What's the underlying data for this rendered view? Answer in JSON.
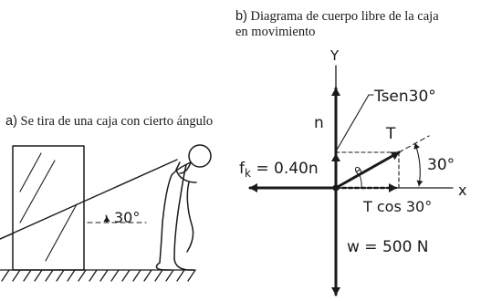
{
  "caption_a": {
    "letter": "a)",
    "text": "Se tira de una caja con cierto ángulo"
  },
  "caption_b": {
    "letter": "b)",
    "line1": "Diagrama de cuerpo libre de la caja",
    "line2": "en movimiento"
  },
  "figure_a": {
    "angle_label": "30°"
  },
  "figure_b": {
    "axis_y": "Y",
    "axis_x": "x",
    "normal": "n",
    "tension": "T",
    "tension_vertical": "Tsen30°",
    "tension_horizontal": "T cos 30°",
    "angle": "30°",
    "theta_symbol": "θ",
    "friction": "f",
    "friction_sub": "k",
    "friction_value": " = 0.40n",
    "weight": "w = 500 N"
  },
  "colors": {
    "ink": "#1a1a1a",
    "background": "#ffffff"
  }
}
